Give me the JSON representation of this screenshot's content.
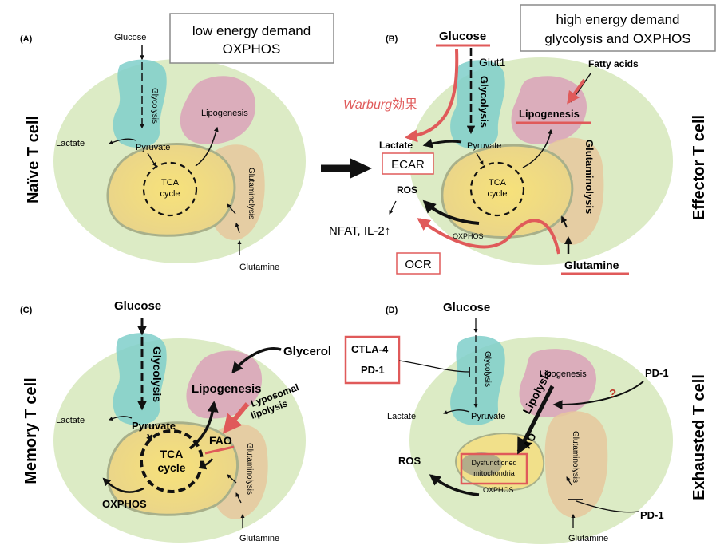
{
  "panels": {
    "a": {
      "letter": "(A)",
      "cell": "Naïve T cell",
      "callout": [
        "low energy demand",
        "OXPHOS"
      ],
      "glucose": "Glucose",
      "glycolysis": "Glycolysis",
      "pyruvate": "Pyruvate",
      "lactate": "Lactate",
      "lipogenesis": "Lipogenesis",
      "tca": [
        "TCA",
        "cycle"
      ],
      "glutaminolysis": "Glutaminolysis",
      "glutamine": "Glutamine"
    },
    "b": {
      "letter": "(B)",
      "cell": "Effector T cell",
      "callout": [
        "high energy demand",
        "glycolysis and OXPHOS"
      ],
      "glucose": "Glucose",
      "glut1": "Glut1",
      "glycolysis": "Glycolysis",
      "warburg": "Warburg",
      "warburg_suffix": "効果",
      "fatty_acids": "Fatty acids",
      "lipogenesis": "Lipogenesis",
      "lactate": "Lactate",
      "pyruvate": "Pyruvate",
      "ecar": "ECAR",
      "ros": "ROS",
      "tca": [
        "TCA",
        "cycle"
      ],
      "glutaminolysis": "Glutaminolysis",
      "nfat": "NFAT, IL-2↑",
      "oxphos": "OXPHOS",
      "ocr": "OCR",
      "glutamine": "Glutamine"
    },
    "c": {
      "letter": "(C)",
      "cell": "Memory T cell",
      "glucose": "Glucose",
      "glycolysis": "Glycolysis",
      "glycerol": "Glycerol",
      "lipogenesis": "Lipogenesis",
      "lysosomal": [
        "Lyposomal",
        "lipolysis"
      ],
      "lactate": "Lactate",
      "pyruvate": "Pyruvate",
      "fao": "FAO",
      "tca": [
        "TCA",
        "cycle"
      ],
      "oxphos": "OXPHOS",
      "glutaminolysis": "Glutaminolysis",
      "glutamine": "Glutamine"
    },
    "d": {
      "letter": "(D)",
      "cell": "Exhausted T cell",
      "glucose": "Glucose",
      "ctla4": "CTLA-4",
      "pd1_box": "PD-1",
      "glycolysis": "Glycolysis",
      "lipogenesis": "Lipogenesis",
      "pd1_right": "PD-1",
      "question": "?",
      "lipolysis": "Lipolysis",
      "lactate": "Lactate",
      "pyruvate": "Pyruvate",
      "fao_partial": "AO",
      "glutaminolysis": "Glutaminolysis",
      "ros": "ROS",
      "dysfunctioned": [
        "Dysfunctioned",
        "mitochondria"
      ],
      "oxphos": "OXPHOS",
      "pd1_bottom": "PD-1",
      "glutamine": "Glutamine"
    }
  },
  "colors": {
    "cell": "#dcebc5",
    "glycolysis": "#7fcfca",
    "lipogenesis": "#dba2b8",
    "glutaminolysis": "#e6c89c",
    "mitochondria": "#f5e07a",
    "red": "#e05a5a",
    "box_border": "#8a8a8a"
  }
}
